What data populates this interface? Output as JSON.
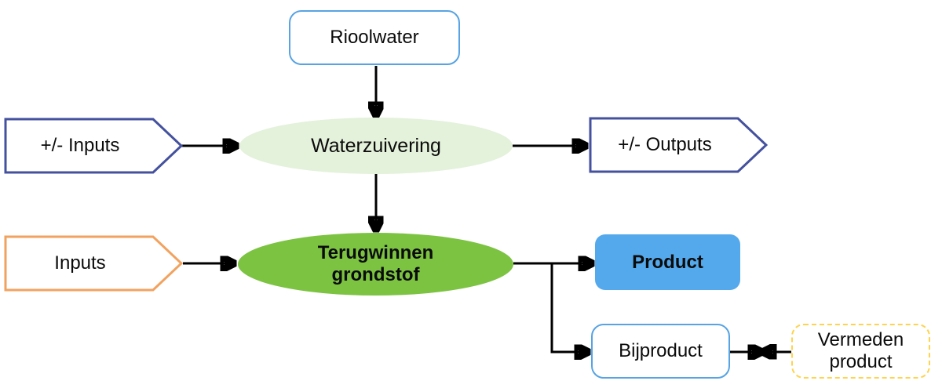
{
  "diagram": {
    "description": "Flow diagram of resource recovery from sewage water (Dutch)",
    "nodes": {
      "rioolwater": {
        "label": "Rioolwater",
        "shape": "rounded-rect",
        "border": "#57A3E3",
        "fill": "#FFFFFF"
      },
      "waterzuivering": {
        "label": "Waterzuivering",
        "shape": "ellipse",
        "fill": "#E4F1DB"
      },
      "inputs_pm": {
        "label": "+/- Inputs",
        "shape": "pentagon",
        "border": "#44519E",
        "fill": "#FFFFFF"
      },
      "outputs_pm": {
        "label": "+/- Outputs",
        "shape": "pentagon",
        "border": "#44519E",
        "fill": "#FFFFFF"
      },
      "terugwinnen": {
        "label": "Terugwinnen\ngrondstof",
        "shape": "ellipse",
        "fill": "#7CC342",
        "bold": true
      },
      "inputs": {
        "label": "Inputs",
        "shape": "pentagon",
        "border": "#F2A25F",
        "fill": "#FFFFFF"
      },
      "product": {
        "label": "Product",
        "shape": "rounded-rect",
        "fill": "#54A9EC",
        "bold": true
      },
      "bijproduct": {
        "label": "Bijproduct",
        "shape": "rounded-rect",
        "border": "#57A3E3",
        "fill": "#FFFFFF"
      },
      "vermeden": {
        "label": "Vermeden\nproduct",
        "shape": "rounded-rect-dashed",
        "border": "#FFD34D",
        "fill": "#FFFFFF"
      }
    },
    "edges": [
      {
        "from": "rioolwater",
        "to": "waterzuivering",
        "style": "arrow"
      },
      {
        "from": "inputs_pm",
        "to": "waterzuivering",
        "style": "arrow"
      },
      {
        "from": "waterzuivering",
        "to": "outputs_pm",
        "style": "arrow"
      },
      {
        "from": "waterzuivering",
        "to": "terugwinnen",
        "style": "arrow"
      },
      {
        "from": "inputs",
        "to": "terugwinnen",
        "style": "arrow"
      },
      {
        "from": "terugwinnen",
        "to": "product",
        "style": "arrow"
      },
      {
        "from": "terugwinnen",
        "to": "bijproduct",
        "style": "elbow-arrow"
      },
      {
        "from": "bijproduct",
        "to": "vermeden",
        "style": "arrow"
      },
      {
        "from": "vermeden",
        "to": "bijproduct",
        "style": "arrow"
      }
    ],
    "colors": {
      "light_blue_border": "#57A3E3",
      "dark_blue_border": "#44519E",
      "orange_border": "#F2A25F",
      "bright_green_fill": "#7CC342",
      "light_green_fill": "#E4F1DB",
      "product_blue_fill": "#54A9EC",
      "yellow_dashed_border": "#FFD34D",
      "arrow_color": "#000000",
      "text_color": "#0B0B0B"
    }
  }
}
